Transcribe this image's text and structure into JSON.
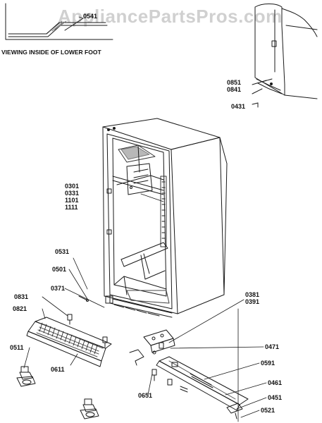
{
  "watermark": "AppliancePartsPros.com",
  "inset_caption": "VIEWING INSIDE OF LOWER FOOT",
  "colors": {
    "line": "#1a1a1a",
    "shade": "#b8b8b8",
    "dark": "#555555",
    "watermark": "#969696"
  },
  "labels": {
    "p0541": "0541",
    "p0851": "0851",
    "p0841": "0841",
    "p0431": "0431",
    "p0301": "0301",
    "p0331": "0331",
    "p1101": "1101",
    "p1111": "1111",
    "p0531": "0531",
    "p0501": "0501",
    "p0371": "0371",
    "p0831": "0831",
    "p0821": "0821",
    "p0381": "0381",
    "p0391": "0391",
    "p0471": "0471",
    "p0591": "0591",
    "p0511": "0511",
    "p0611": "0611",
    "p0651": "0651",
    "p0461": "0461",
    "p0451": "0451",
    "p0521": "0521"
  }
}
